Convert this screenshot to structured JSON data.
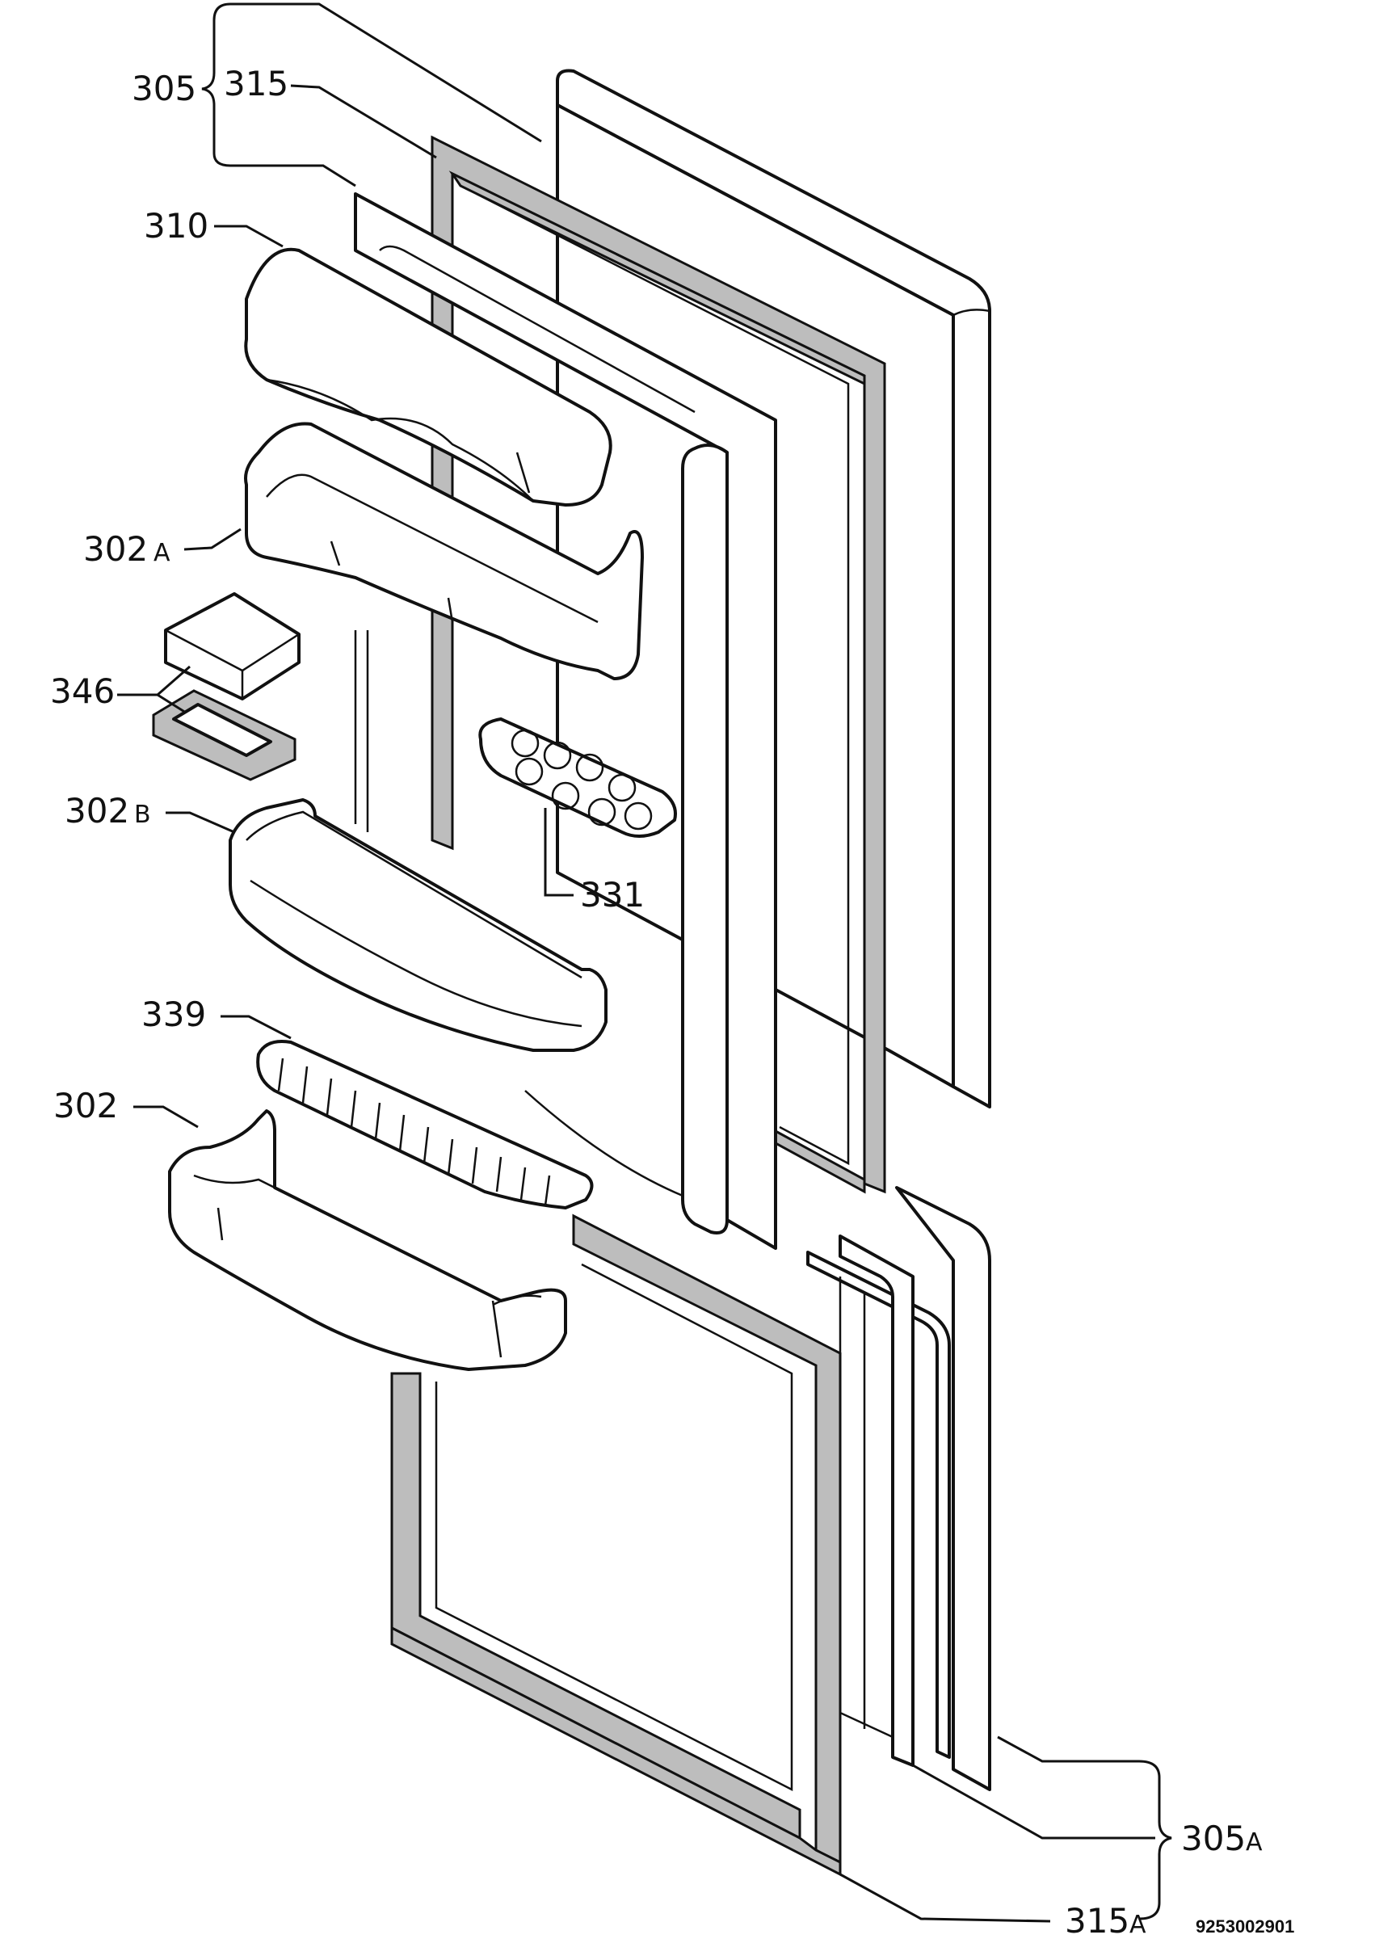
{
  "diagram": {
    "reference_number": "9253002901",
    "labels": {
      "door_upper": "305",
      "gasket_upper": "315",
      "liner_upper": "310",
      "shelf_top": "302",
      "shelf_top_suffix": "A",
      "holder": "346",
      "shelf_middle": "302",
      "shelf_middle_suffix": "B",
      "egg_tray": "331",
      "bottle_rack": "339",
      "shelf_bottom": "302",
      "door_lower": "305",
      "door_lower_suffix": "A",
      "gasket_lower": "315",
      "gasket_lower_suffix": "A"
    }
  }
}
